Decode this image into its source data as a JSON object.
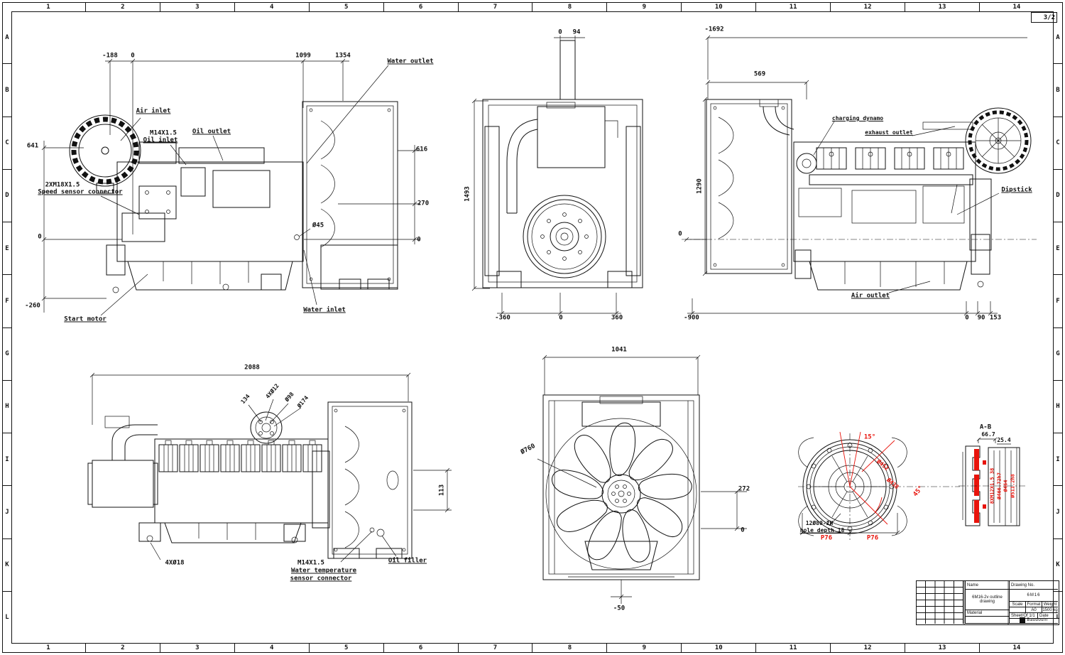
{
  "colors": {
    "line": "#111111",
    "red": "#e8140c",
    "background": "#ffffff"
  },
  "sheet": {
    "ref": "3/2",
    "columns": [
      "1",
      "2",
      "3",
      "4",
      "5",
      "6",
      "7",
      "8",
      "9",
      "10",
      "11",
      "12",
      "13",
      "14"
    ],
    "rows": [
      "A",
      "B",
      "C",
      "D",
      "E",
      "F",
      "G",
      "H",
      "I",
      "J",
      "K",
      "L"
    ]
  },
  "views": {
    "side_left": {
      "dims": {
        "neg188": "-188",
        "zero_top": "0",
        "d1099": "1099",
        "d1354": "1354",
        "d641": "641",
        "zero_left": "0",
        "neg260": "-260",
        "d616": "616",
        "d270": "270",
        "zero_right": "0",
        "d45": "Ø45"
      },
      "labels": {
        "water_outlet": "Water outlet",
        "air_inlet": "Air inlet",
        "oil_inlet_spec": "M14X1.5",
        "oil_inlet": "Oil inlet",
        "oil_outlet": "Oil outlet",
        "speed_sensor_spec": "2XM18X1.5",
        "speed_sensor": "Speed sensor connector",
        "start_motor": "Start motor",
        "water_inlet": "Water inlet"
      }
    },
    "front": {
      "dims": {
        "zero_top": "0",
        "d94": "94",
        "d1493": "1493",
        "neg360": "-360",
        "zero_bottom": "0",
        "d360": "360"
      }
    },
    "side_right": {
      "dims": {
        "neg1692": "-1692",
        "d569": "569",
        "d1290": "1290",
        "zero_left": "0",
        "neg900": "-900",
        "zero_bottom": "0",
        "d90": "90",
        "d153": "153"
      },
      "labels": {
        "charging_dynamo": "charging dynamo",
        "exhaust_outlet": "exhaust outlet",
        "dipstick": "Dipstick",
        "air_outlet": "Air outlet"
      }
    },
    "side_bottom": {
      "dims": {
        "d2088": "2088",
        "d113": "113"
      },
      "labels": {
        "l134": "134",
        "l4xd12": "4XØ12",
        "ld98": "Ø98",
        "ld174": "Ø174",
        "l4xd18": "4XØ18",
        "wts_spec": "M14X1.5",
        "wts_1": "Water temperature",
        "wts_2": "sensor connector",
        "oil_filler": "Oil filler"
      }
    },
    "fan": {
      "dims": {
        "d1041": "1041",
        "d760": "Ø760",
        "d272": "272",
        "zero": "0",
        "neg50": "-50"
      }
    },
    "detail": {
      "labels": {
        "a15": "15°",
        "d452": "Ø452",
        "d438": "Ø438",
        "a45": "45°",
        "holes_1": "12Ø80-2H",
        "holes_2": "hole depth 18",
        "p76_left": "P76",
        "p76_right": "P76"
      }
    },
    "section": {
      "title": "A-B",
      "dims": {
        "d667": "66.7",
        "d254": "25.4"
      },
      "red": {
        "r1": "8XM12X1.5 38",
        "r2": "Ø466.72h7",
        "r3": "Ø464",
        "r4": "Ø511.2h8"
      }
    }
  },
  "title_block": {
    "name_label": "Name",
    "drawing_no_label": "Drawing No.",
    "drawing_no": "6M16",
    "name_value_1": "6M16-2v outline",
    "name_value_2": "drawing",
    "scale_label": "Scale",
    "format_label": "Format",
    "weight_label": "Weight",
    "format_value": "A0",
    "weight_value": "1500 kg",
    "sheet_of": "Sheet/Of 1/1",
    "date_label": "Date",
    "material_label": "Material",
    "brand": "Baudouin"
  }
}
